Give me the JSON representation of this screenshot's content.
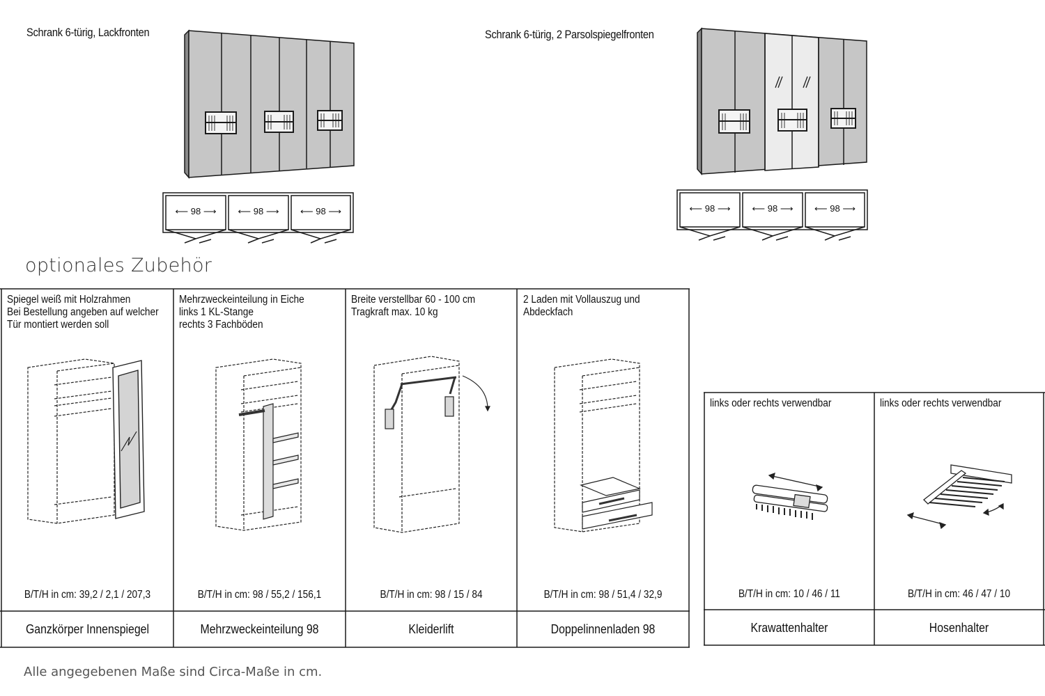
{
  "top": {
    "wardrobe_left": {
      "label": "Schrank 6-türig, Lackfronten",
      "widths": [
        "98",
        "98",
        "98"
      ]
    },
    "wardrobe_right": {
      "label": "Schrank 6-türig, 2 Parsolspiegelfronten",
      "widths": [
        "98",
        "98",
        "98"
      ]
    }
  },
  "section_title": "optionales Zubehör",
  "accessories_main": [
    {
      "desc": [
        "Spiegel weiß mit Holzrahmen",
        "Bei Bestellung angeben auf welcher",
        "Tür montiert werden soll"
      ],
      "dims": "B/T/H in cm: 39,2 / 2,1 / 207,3",
      "name": "Ganzkörper Innenspiegel"
    },
    {
      "desc": [
        "Mehrzweckeinteilung in Eiche",
        "links 1 KL-Stange",
        "rechts 3 Fachböden"
      ],
      "dims": "B/T/H in cm: 98 / 55,2 / 156,1",
      "name": "Mehrzweckeinteilung 98"
    },
    {
      "desc": [
        "Breite verstellbar 60 - 100 cm",
        "Tragkraft max. 10 kg"
      ],
      "dims": "B/T/H in cm: 98 / 15 / 84",
      "name": "Kleiderlift"
    },
    {
      "desc": [
        "2 Laden mit Vollauszug und",
        "Abdeckfach"
      ],
      "dims": "B/T/H in cm: 98 / 51,4 / 32,9",
      "name": "Doppelinnenladen 98"
    }
  ],
  "accessories_side": [
    {
      "desc": [
        "links oder rechts verwendbar"
      ],
      "dims": "B/T/H in cm: 10 / 46 / 11",
      "name": "Krawattenhalter"
    },
    {
      "desc": [
        "links oder rechts verwendbar"
      ],
      "dims": "B/T/H in cm: 46 / 47 / 10",
      "name": "Hosenhalter"
    }
  ],
  "footnote": "Alle angegebenen Maße sind Circa-Maße in cm.",
  "colors": {
    "lacquer_front": "#c6c6c6",
    "mirror_front": "#ececec",
    "line": "#1a1a1a",
    "title_gray": "#333333"
  }
}
